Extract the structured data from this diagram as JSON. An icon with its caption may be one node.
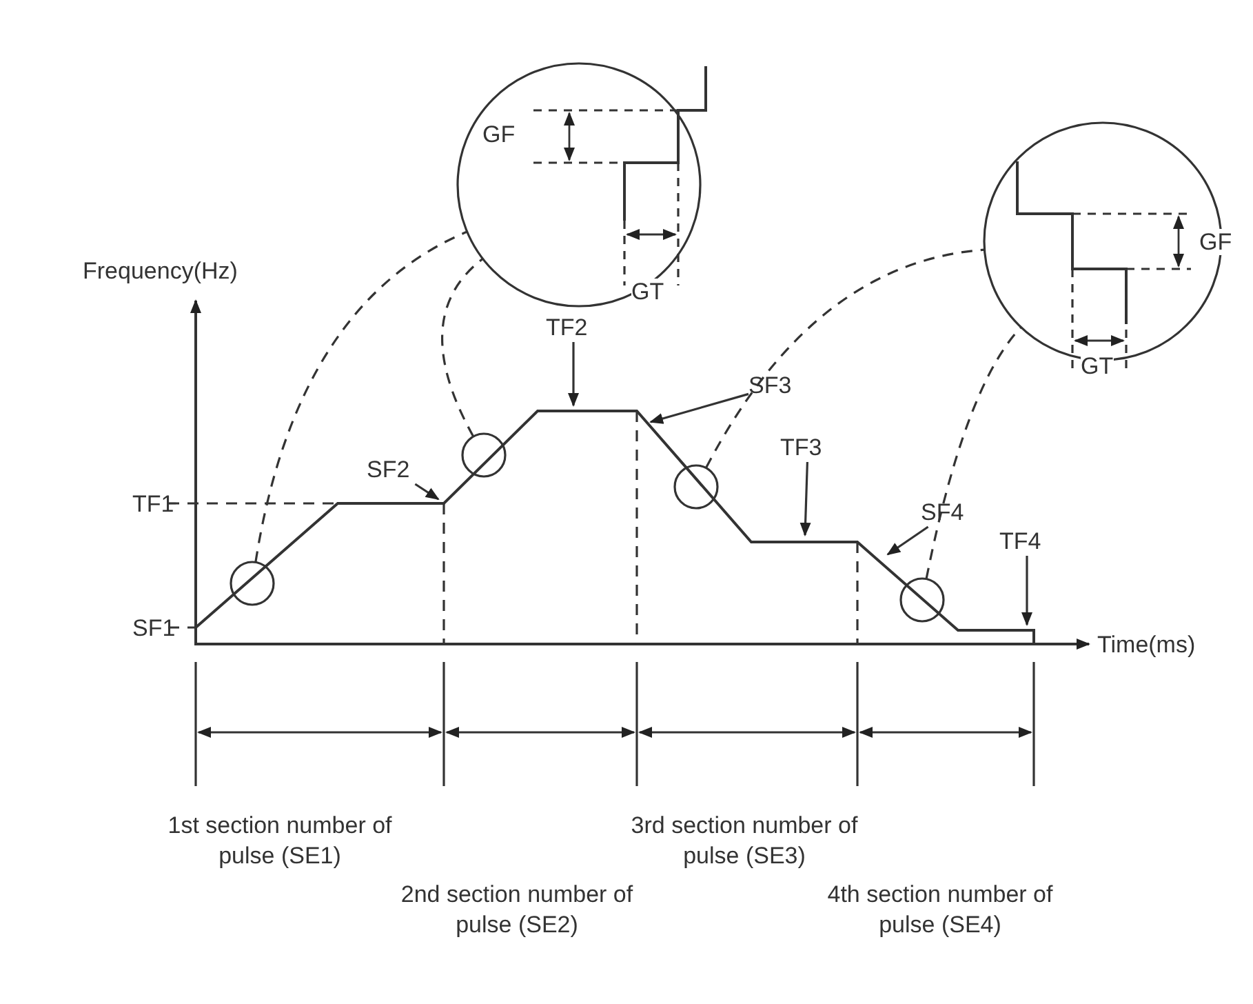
{
  "diagram": {
    "nodes": [
      {
        "text": [
          "GF",
          "GT"
        ]
      },
      {
        "text": [
          "GF",
          "GT"
        ]
      },
      {
        "text": [],
        "shape": "circle"
      },
      {
        "text": [],
        "shape": "circle"
      },
      {
        "text": [],
        "shape": "circle"
      },
      {
        "text": [],
        "shape": "circle"
      },
      {
        "text": [
          "SF2"
        ]
      },
      {
        "text": [
          "TF2"
        ]
      },
      {
        "text": [
          "SF3"
        ]
      },
      {
        "text": [
          "TF3"
        ]
      },
      {
        "text": [
          "SF4"
        ]
      },
      {
        "text": [
          "TF4"
        ]
      }
    ],
    "edges": [
      {
        "from": 2,
        "to": 0,
        "arrow": "none",
        "style": "dashed"
      },
      {
        "from": 3,
        "to": 0,
        "arrow": "none",
        "style": "dashed"
      },
      {
        "from": 4,
        "to": 1,
        "arrow": "none",
        "style": "dashed"
      },
      {
        "from": 5,
        "to": 1,
        "arrow": "none",
        "style": "dashed"
      },
      {
        "from": 6,
        "to": null,
        "arrow": "to"
      },
      {
        "from": 7,
        "to": null,
        "arrow": "to"
      },
      {
        "from": 8,
        "to": null,
        "arrow": "to"
      },
      {
        "from": 9,
        "to": null,
        "arrow": "to"
      },
      {
        "from": 10,
        "to": null,
        "arrow": "to"
      },
      {
        "from": 11,
        "to": null,
        "arrow": "to"
      }
    ],
    "labels": [
      "Frequency(Hz)",
      "TF1",
      "SF1",
      "Time(ms)",
      "1st section number of pulse (SE1)",
      "3rd section number of pulse (SE3)",
      "2nd section number of pulse (SE2)",
      "4th section number of pulse (SE4)"
    ]
  }
}
